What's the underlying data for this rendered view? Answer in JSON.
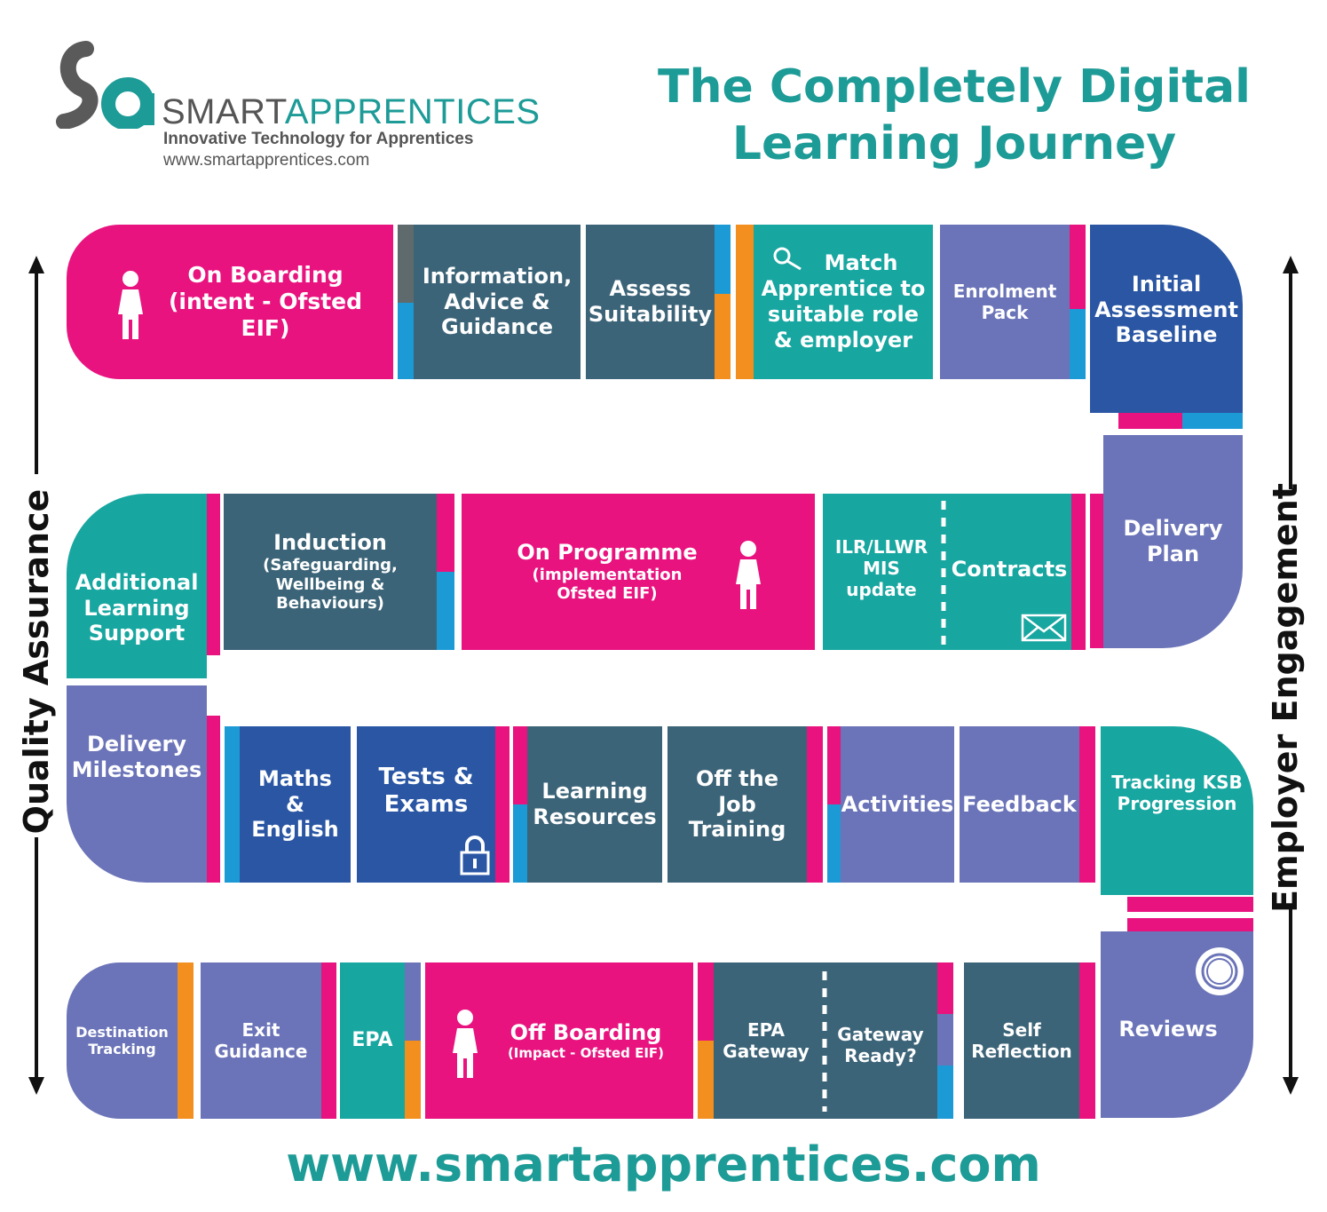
{
  "brand": {
    "logo_mark": "sa",
    "name_part1": "SMART",
    "name_part2": "APPRENTICES",
    "tagline": "Innovative Technology for Apprentices",
    "url_small": "www.smartapprentices.com"
  },
  "title": {
    "line1": "The Completely Digital",
    "line2": "Learning Journey"
  },
  "side_labels": {
    "left": "Quality Assurance",
    "right": "Employer Engagement"
  },
  "footer_url": "www.smartapprentices.com",
  "colors": {
    "magenta": "#e8137f",
    "slate": "#3c6478",
    "teal": "#17a6a0",
    "lavender": "#6b74b8",
    "navy": "#2a56a4",
    "sky": "#1c9ad6",
    "orange": "#f28f1e",
    "grey": "#5f6a6d",
    "title_teal": "#1d9b97"
  },
  "row1": {
    "onboarding": {
      "line1": "On Boarding",
      "line2": "(intent - Ofsted",
      "line3": "EIF)"
    },
    "iag": {
      "line1": "Information,",
      "line2": "Advice &",
      "line3": "Guidance"
    },
    "assess": {
      "line1": "Assess",
      "line2": "Suitability"
    },
    "match": {
      "line1": "Match",
      "line2": "Apprentice to",
      "line3": "suitable role",
      "line4": "& employer"
    },
    "enrolment": {
      "line1": "Enrolment",
      "line2": "Pack"
    },
    "initial": {
      "line1": "Initial",
      "line2": "Assessment",
      "line3": "Baseline"
    }
  },
  "row2": {
    "delivery_plan": {
      "line1": "Delivery",
      "line2": "Plan"
    },
    "contracts": "Contracts",
    "ilr": {
      "line1": "ILR/LLWR",
      "line2": "MIS",
      "line3": "update"
    },
    "on_programme": {
      "line1": "On Programme",
      "line2": "(implementation",
      "line3": "Ofsted EIF)"
    },
    "induction": {
      "line1": "Induction",
      "line2": "(Safeguarding,",
      "line3": "Wellbeing &",
      "line4": "Behaviours)"
    },
    "als": {
      "line1": "Additional",
      "line2": "Learning",
      "line3": "Support"
    }
  },
  "row3": {
    "milestones": {
      "line1": "Delivery",
      "line2": "Milestones"
    },
    "maths": {
      "line1": "Maths",
      "line2": "&",
      "line3": "English"
    },
    "tests": {
      "line1": "Tests &",
      "line2": "Exams"
    },
    "learning": {
      "line1": "Learning",
      "line2": "Resources"
    },
    "otj": {
      "line1": "Off the",
      "line2": "Job",
      "line3": "Training"
    },
    "activities": "Activities",
    "feedback": "Feedback",
    "tracking": {
      "line1": "Tracking KSB",
      "line2": "Progression"
    }
  },
  "row4": {
    "reviews": "Reviews",
    "self": {
      "line1": "Self",
      "line2": "Reflection"
    },
    "gateway_ready": {
      "line1": "Gateway",
      "line2": "Ready?"
    },
    "epa_gateway": {
      "line1": "EPA",
      "line2": "Gateway"
    },
    "offboarding": {
      "line1": "Off Boarding",
      "line2": "(Impact - Ofsted EIF)"
    },
    "epa": "EPA",
    "exit": {
      "line1": "Exit",
      "line2": "Guidance"
    },
    "destination": {
      "line1": "Destination",
      "line2": "Tracking"
    }
  },
  "icons": [
    "person-icon",
    "search-icon",
    "envelope-icon",
    "padlock-icon",
    "gear-icon",
    "up-arrow-icon",
    "down-arrow-icon"
  ]
}
